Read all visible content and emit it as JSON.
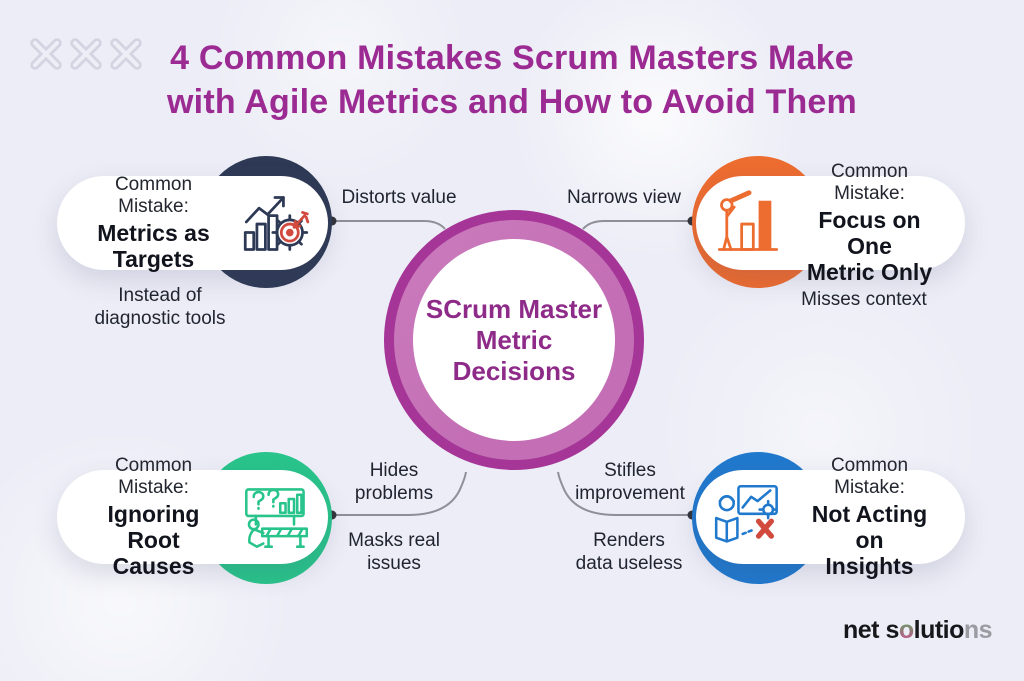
{
  "title": {
    "line1": "4 Common Mistakes Scrum Masters Make",
    "line2": "with Agile Metrics and How to Avoid Them"
  },
  "center_node": {
    "line1": "SCrum Master",
    "line2": "Metric",
    "line3": "Decisions"
  },
  "nodes": {
    "top_left": {
      "kicker": "Common Mistake:",
      "title_line1": "Metrics as",
      "title_line2": "Targets",
      "caption_lines": [
        "Instead of",
        "diagnostic tools"
      ],
      "connector_label": "Distorts value",
      "icon": "bar-chart-growth-target-gear-icon",
      "accent": "#2e3a55"
    },
    "top_right": {
      "kicker": "Common Mistake:",
      "title_line1": "Focus on One",
      "title_line2": "Metric Only",
      "caption": "Misses context",
      "connector_label": "Narrows view",
      "icon": "person-telescope-bar-chart-icon",
      "accent": "#ed6c30"
    },
    "bottom_left": {
      "kicker": "Common Mistake:",
      "title_line1": "Ignoring Root",
      "title_line2": "Causes",
      "connector_label_above_lines": [
        "Hides",
        "problems"
      ],
      "connector_label_below_lines": [
        "Masks real",
        "issues"
      ],
      "icon": "person-question-chart-board-icon",
      "accent": "#29c48b"
    },
    "bottom_right": {
      "kicker": "Common Mistake:",
      "title_line1": "Not Acting on",
      "title_line2": "Insights",
      "connector_label_above_lines": [
        "Stifles",
        "improvement"
      ],
      "connector_label_below_lines": [
        "Renders",
        "data useless"
      ],
      "icon": "person-reading-chart-x-icon",
      "accent": "#2179cd"
    }
  },
  "logo": {
    "dark1": "net s",
    "gradient_o": "o",
    "dark2": "lutio",
    "gray": "ns"
  },
  "colors": {
    "bg": "#ecedf6",
    "title": "#9b2b92",
    "navy": "#2e3a55",
    "orange": "#ed6c30",
    "green": "#29c48b",
    "blue": "#2179cd",
    "ring_outer": "#a53697",
    "ring_inner": "#c46fb5",
    "center_text": "#8e2b89",
    "text": "#20242f",
    "line": "#8f9097",
    "dot": "#33333b",
    "red": "#d14a3d",
    "logo_dark": "#17171b",
    "logo_gray": "#9b9ba1"
  }
}
